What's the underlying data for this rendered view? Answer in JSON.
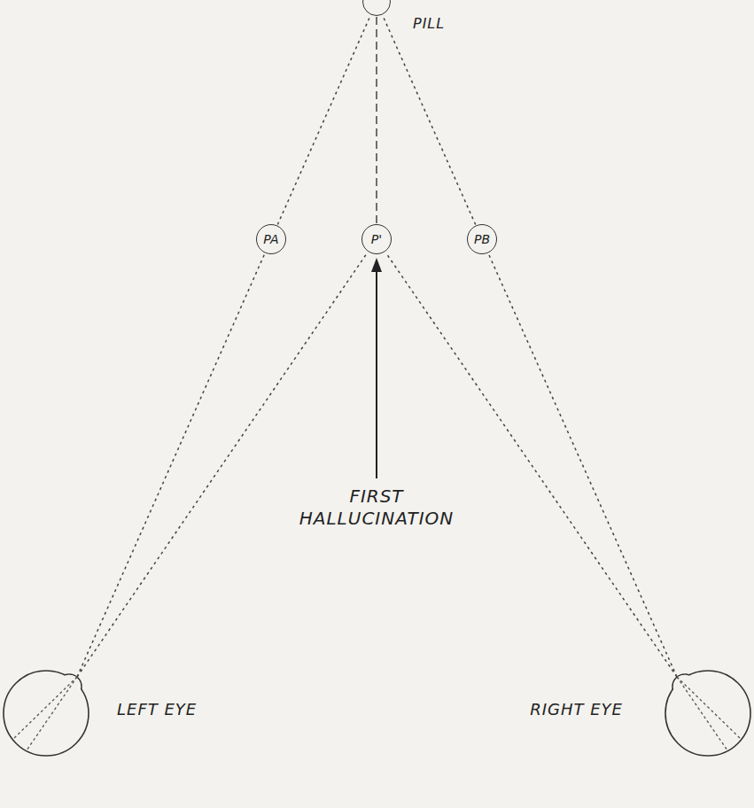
{
  "diagram": {
    "nodes": [
      {
        "text": [
          "PILL"
        ]
      },
      {
        "text": [
          "PA"
        ]
      },
      {
        "text": [
          "P'"
        ]
      },
      {
        "text": [
          "PB"
        ]
      },
      {
        "text": [
          "LEFT EYE"
        ]
      },
      {
        "text": [
          "RIGHT EYE"
        ]
      }
    ],
    "edges": [
      {
        "from": 4,
        "to": 1,
        "arrow": "none"
      },
      {
        "from": 1,
        "to": 0,
        "arrow": "none"
      },
      {
        "from": 5,
        "to": 3,
        "arrow": "none"
      },
      {
        "from": 3,
        "to": 0,
        "arrow": "none"
      },
      {
        "from": 4,
        "to": 2,
        "arrow": "none"
      },
      {
        "from": 5,
        "to": 2,
        "arrow": "none"
      },
      {
        "from": 2,
        "to": 0,
        "arrow": "none"
      }
    ],
    "labels": [
      "FIRST HALLUCINATION"
    ]
  }
}
